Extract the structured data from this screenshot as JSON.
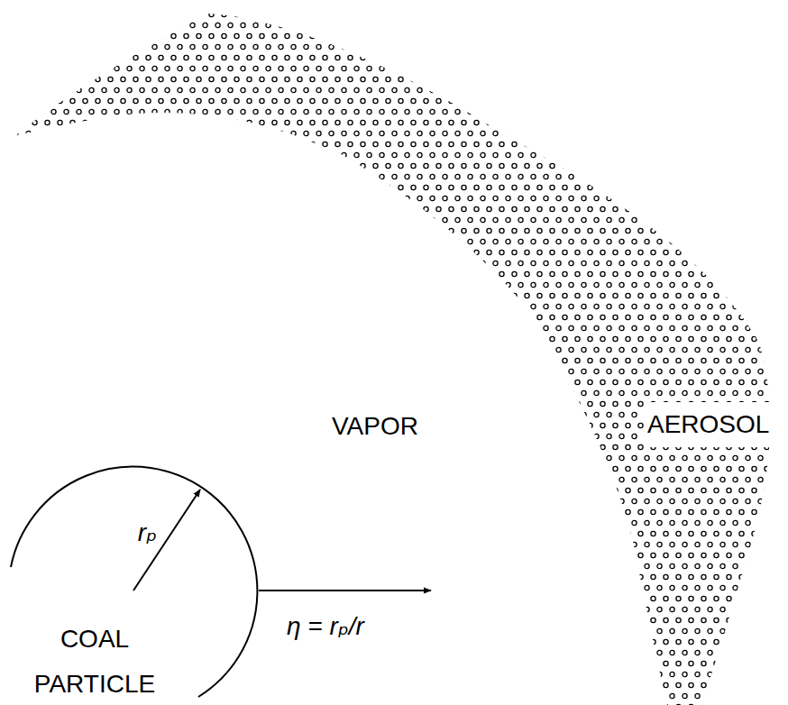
{
  "diagram": {
    "nodes": [
      {
        "text": [
          "AEROSOL"
        ]
      },
      {
        "text": [
          "COAL PARTICLE"
        ]
      }
    ],
    "labels": [
      "VAPOR",
      "rₚ",
      "η = rₚ/r"
    ]
  }
}
